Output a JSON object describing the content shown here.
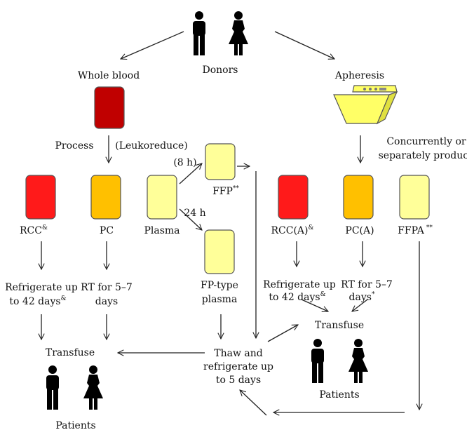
{
  "colors": {
    "whole_blood": "#c00000",
    "red_cell": "#ff1a1a",
    "platelet": "#ffc000",
    "plasma": "#ffff99",
    "machine": "#ffff66"
  },
  "icons": {
    "donor_male": "person-male-icon",
    "donor_female": "person-female-icon",
    "apheresis_machine": "apheresis-machine-icon"
  },
  "labels": {
    "donors": "Donors",
    "whole_blood": "Whole blood",
    "apheresis": "Apheresis",
    "process": "Process",
    "leukoreduce": "(Leukoreduce)",
    "concurrently_line1": "Concurrently or",
    "concurrently_line2": "separately produce",
    "eight_h": "(8 h)",
    "twentyfour_h": "24 h",
    "rcc": "RCC",
    "rcc_sup": "&",
    "pc": "PC",
    "plasma": "Plasma",
    "ffp": "FFP",
    "ffp_sup": "**",
    "fp_type_line1": "FP-type",
    "fp_type_line2": "plasma",
    "rcc_a": "RCC(A)",
    "rcc_a_sup": "&",
    "pc_a": "PC(A)",
    "ffpa": "FFPA",
    "ffpa_sup": "**",
    "refrig_left_line1": "Refrigerate up",
    "refrig_left_line2": "to 42 days",
    "refrig_left_sup": "&",
    "rt_left_line1": "RT for 5–7",
    "rt_left_line2": "days",
    "refrig_right_line1": "Refrigerate up",
    "refrig_right_line2": "to 42 days",
    "refrig_right_sup": "&",
    "rt_right_line1": "RT for 5–7",
    "rt_right_line2": "days",
    "rt_right_sup": "*",
    "thaw_line1": "Thaw and",
    "thaw_line2": "refrigerate up",
    "thaw_line3": "to 5 days",
    "transfuse_left": "Transfuse",
    "transfuse_right": "Transfuse",
    "patients_left": "Patients",
    "patients_right": "Patients"
  }
}
